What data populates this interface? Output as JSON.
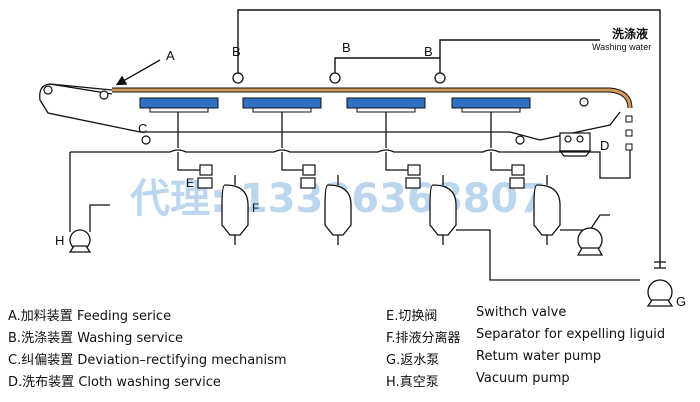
{
  "labels": {
    "A": "A",
    "B": "B",
    "C": "C",
    "D": "D",
    "E": "E",
    "F": "F",
    "G": "G",
    "H": "H"
  },
  "washing_water": {
    "cn": "洗涤液",
    "en": "Washing water"
  },
  "watermark": "代理: 13336368807",
  "legend": [
    {
      "code": "A.",
      "cn": "加料装置",
      "en": "Feeding serice"
    },
    {
      "code": "B.",
      "cn": "洗涤装置",
      "en": "Washing service"
    },
    {
      "code": "C.",
      "cn": "纠偏装置",
      "en": "Deviation–rectifying mechanism"
    },
    {
      "code": "D.",
      "cn": "洗布装置",
      "en": "Cloth washing service"
    },
    {
      "code": "E.",
      "cn": "切换阀",
      "en": "Swithch valve"
    },
    {
      "code": "F.",
      "cn": "排液分离器",
      "en": "Separator for expelling liguid"
    },
    {
      "code": "G.",
      "cn": "返水泵",
      "en": "Retum water pump"
    },
    {
      "code": "H.",
      "cn": "真空泵",
      "en": "Vacuum pump"
    }
  ],
  "colors": {
    "line": "#111111",
    "belt": "#d79a5a",
    "tray": "#2f6fc6",
    "watermark": "#bcd6ef"
  }
}
